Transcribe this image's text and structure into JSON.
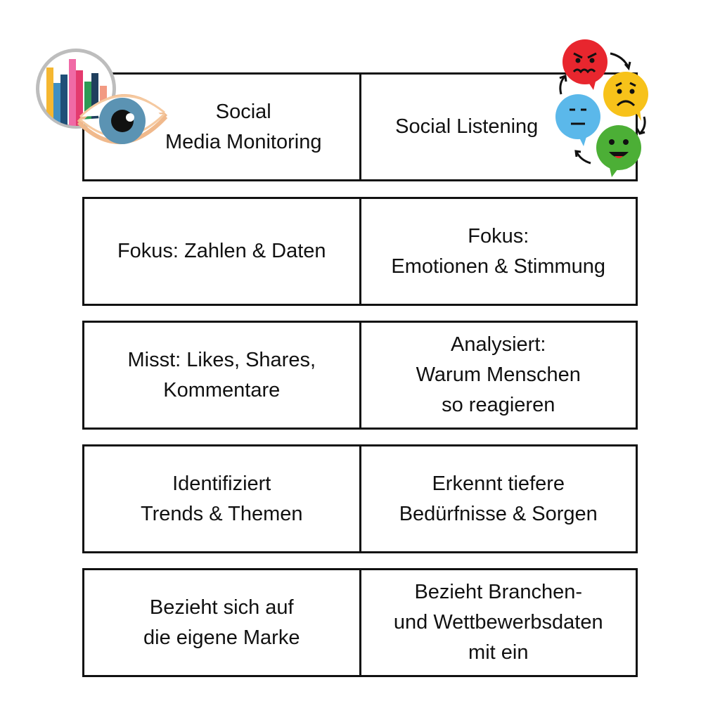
{
  "rows": [
    {
      "left": "Social\nMedia Monitoring",
      "right": "Social Listening"
    },
    {
      "left": "Fokus: Zahlen & Daten",
      "right": "Fokus:\nEmotionen & Stimmung"
    },
    {
      "left": "Misst: Likes, Shares,\nKommentare",
      "right": "Analysiert:\nWarum Menschen\nso reagieren"
    },
    {
      "left": "Identifiziert\nTrends & Themen",
      "right": "Erkennt tiefere\nBedürfnisse & Sorgen"
    },
    {
      "left": "Bezieht sich auf\ndie eigene Marke",
      "right": "Bezieht Branchen-\nund Wettbewerbsdaten\nmit ein"
    }
  ],
  "icons": {
    "left": "chart-eye-icon",
    "right": "emotion-bubbles-icon"
  },
  "colors": {
    "border": "#111111",
    "eye_iris": "#5b93b3",
    "bubble_red": "#e8262e",
    "bubble_yellow": "#f7c21a",
    "bubble_blue": "#5bb8ea",
    "bubble_green": "#4caf36"
  }
}
